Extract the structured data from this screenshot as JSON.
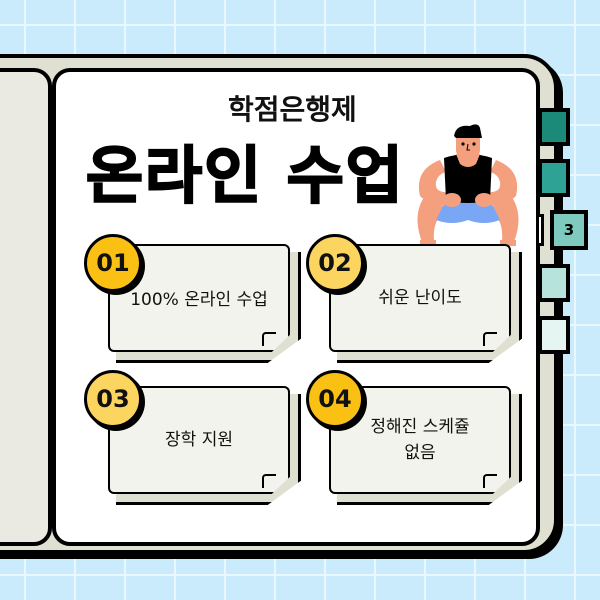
{
  "header": {
    "subtitle": "학점은행제",
    "title": "온라인 수업"
  },
  "tabs": [
    {
      "label": "",
      "color": "#1b8a78"
    },
    {
      "label": "",
      "color": "#2ea395"
    },
    {
      "label": "3",
      "color": "#7fcabf",
      "active": true
    },
    {
      "label": "",
      "color": "#b6e3dc"
    },
    {
      "label": "",
      "color": "#e4f5f2"
    }
  ],
  "features": [
    {
      "number": "01",
      "text": "100% 온라인 수업",
      "badge_color": "#fbc014"
    },
    {
      "number": "02",
      "text": "쉬운 난이도",
      "badge_color": "#fcd460"
    },
    {
      "number": "03",
      "text": "장학 지원",
      "badge_color": "#fcd460"
    },
    {
      "number": "04",
      "text": "정해진 스케쥴 없음",
      "badge_color": "#fbc014"
    }
  ],
  "illustration": {
    "icon": "squatting-muscle-man-icon",
    "colors": {
      "skin": "#f4a07e",
      "shirt": "#000000",
      "shorts": "#7aa7f5",
      "hair": "#000000"
    }
  }
}
